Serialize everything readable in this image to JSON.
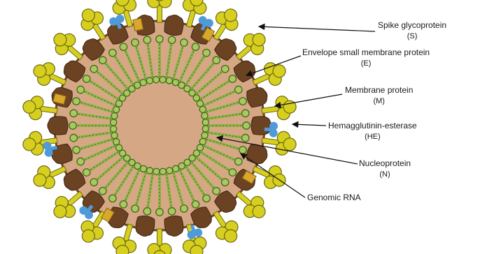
{
  "diagram": {
    "colors": {
      "spike": "#d7cf1f",
      "spike_outline": "#6d6a10",
      "membrane_protein": "#6b4322",
      "envelope_protein": "#d9a72a",
      "hemagglutinin": "#4f9bd9",
      "lipid": "#8fb24a",
      "lipid_outline": "#3f6a1e",
      "core": "#d6a784",
      "leader": "#111111"
    },
    "labels": [
      {
        "id": "spike",
        "name": "Spike glycoprotein",
        "abbr": "(S)"
      },
      {
        "id": "envelope",
        "name": "Envelope small membrane protein",
        "abbr": "(E)"
      },
      {
        "id": "membrane",
        "name": "Membrane protein",
        "abbr": "(M)"
      },
      {
        "id": "hemagglutinin",
        "name": "Hemagglutinin-esterase",
        "abbr": "(HE)"
      },
      {
        "id": "nucleoprotein",
        "name": "Nucleoprotein",
        "abbr": "(N)"
      },
      {
        "id": "rna",
        "name": "Genomic RNA",
        "abbr": ""
      }
    ]
  }
}
